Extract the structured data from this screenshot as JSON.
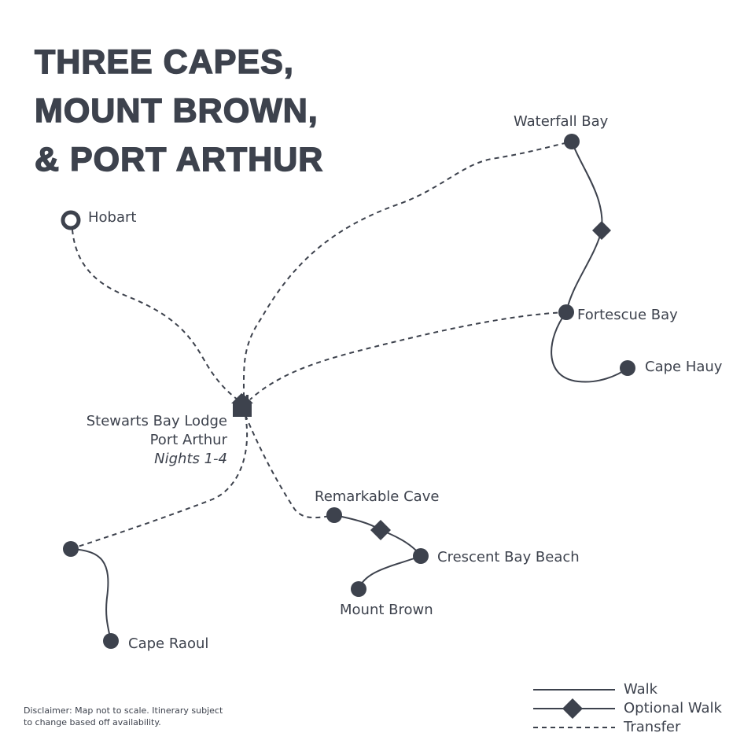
{
  "title": {
    "line1": "THREE CAPES,",
    "line2": "MOUNT BROWN,",
    "line3": "& PORT ARTHUR"
  },
  "locations": {
    "hobart": "Hobart",
    "waterfall_bay": "Waterfall Bay",
    "fortescue_bay": "Fortescue Bay",
    "cape_hauy": "Cape Hauy",
    "lodge_name": "Stewarts Bay Lodge",
    "lodge_place": "Port Arthur",
    "lodge_nights": "Nights 1-4",
    "remarkable_cave": "Remarkable Cave",
    "crescent_bay": "Crescent Bay Beach",
    "mount_brown": "Mount Brown",
    "cape_raoul": "Cape Raoul"
  },
  "legend": {
    "walk": "Walk",
    "optional_walk": "Optional Walk",
    "transfer": "Transfer"
  },
  "disclaimer": {
    "line1": "Disclaimer: Map not to scale. Itinerary subject",
    "line2": "to change based off availability."
  },
  "colors": {
    "ink": "#3d424d",
    "background": "#ffffff"
  }
}
